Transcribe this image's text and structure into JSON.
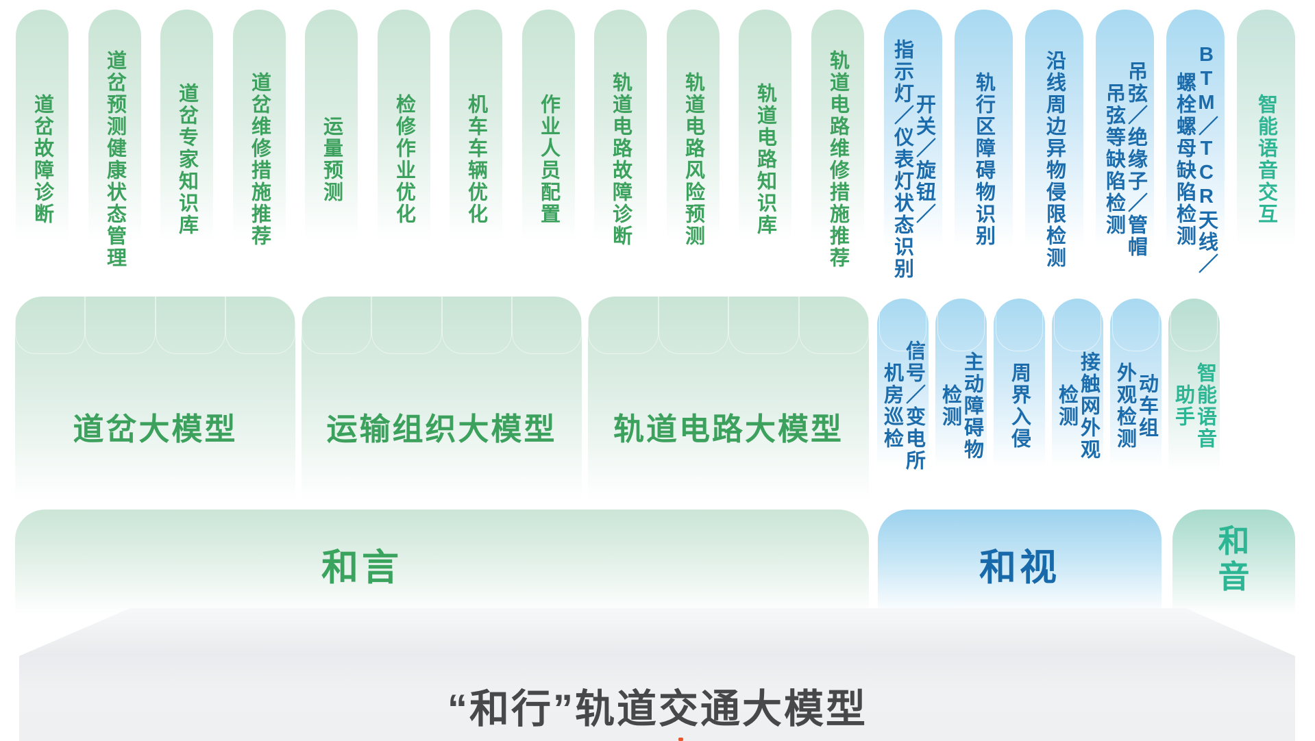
{
  "colors": {
    "green_text": "#3da15e",
    "blue_text": "#1c6cab",
    "teal_text": "#2eb593",
    "green_pill_bg": "#c8e4d4",
    "blue_pill_bg": "#a8d9f1",
    "teal_pill_bg": "#c5e3da",
    "heyan_bg": "#cbe5d7",
    "heshi_bg": "#9cd2ee",
    "heyin_bg": "#a7dacc",
    "foundation_bg": "#eef0f2",
    "title_text": "#47484a"
  },
  "top_row": {
    "pills": [
      {
        "lines": [
          "道岔故障诊断"
        ]
      },
      {
        "lines": [
          "道岔预测健康状态管理"
        ]
      },
      {
        "lines": [
          "道岔专家知识库"
        ]
      },
      {
        "lines": [
          "道岔维修措施推荐"
        ]
      },
      {
        "lines": [
          "运量预测"
        ]
      },
      {
        "lines": [
          "检修作业优化"
        ]
      },
      {
        "lines": [
          "机车车辆优化"
        ]
      },
      {
        "lines": [
          "作业人员配置"
        ]
      },
      {
        "lines": [
          "轨道电路故障诊断"
        ]
      },
      {
        "lines": [
          "轨道电路风险预测"
        ]
      },
      {
        "lines": [
          "轨道电路知识库"
        ]
      },
      {
        "lines": [
          "轨道电路维修措施推荐"
        ]
      },
      {
        "lines": [
          "开关／旋钮／",
          "指示灯／仪表灯状态识别"
        ]
      },
      {
        "lines": [
          "轨行区障碍物识别"
        ]
      },
      {
        "lines": [
          "沿线周边异物侵限检测"
        ]
      },
      {
        "lines": [
          "吊弦／绝缘子／管帽",
          "吊弦等缺陷检测"
        ]
      },
      {
        "lines": [
          "BTM／TCR天线／",
          "螺栓螺母缺陷检测"
        ]
      },
      {
        "lines": [
          "智能语音交互"
        ]
      }
    ]
  },
  "middle_row": {
    "blocks": [
      {
        "label": "道岔大模型"
      },
      {
        "label": "运输组织大模型"
      },
      {
        "label": "轨道电路大模型"
      }
    ],
    "pills": [
      {
        "lines": [
          "信号／变电所",
          "机房巡检"
        ]
      },
      {
        "lines": [
          "主动障碍物",
          "检测"
        ]
      },
      {
        "lines": [
          "周界入侵"
        ]
      },
      {
        "lines": [
          "接触网外观",
          "检测"
        ]
      },
      {
        "lines": [
          "动车组",
          "外观检测"
        ]
      },
      {
        "lines": [
          "智能语音",
          "助手"
        ]
      }
    ]
  },
  "bottom_row": {
    "heyan": {
      "label": "和言"
    },
    "heshi": {
      "label": "和视"
    },
    "heyin": {
      "label_lines": [
        "和",
        "音"
      ]
    }
  },
  "foundation": {
    "title": "“和行”轨道交通大模型"
  }
}
